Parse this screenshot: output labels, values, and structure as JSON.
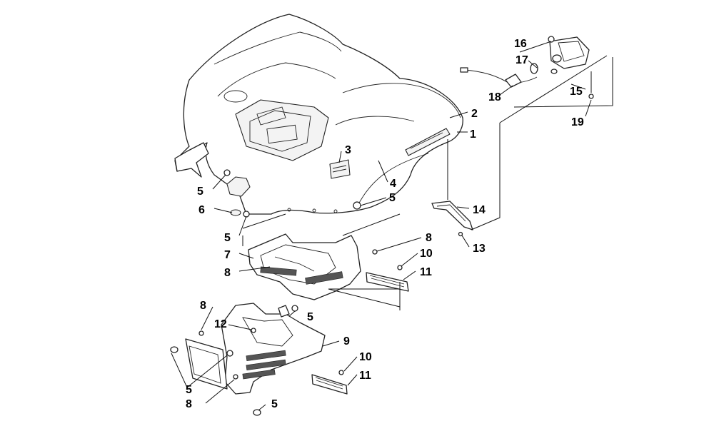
{
  "diagram": {
    "callouts": [
      {
        "id": "c1",
        "label": "1"
      },
      {
        "id": "c2",
        "label": "2"
      },
      {
        "id": "c3",
        "label": "3"
      },
      {
        "id": "c4",
        "label": "4"
      },
      {
        "id": "c5a",
        "label": "5"
      },
      {
        "id": "c5b",
        "label": "5"
      },
      {
        "id": "c5c",
        "label": "5"
      },
      {
        "id": "c5d",
        "label": "5"
      },
      {
        "id": "c5e",
        "label": "5"
      },
      {
        "id": "c5f",
        "label": "5"
      },
      {
        "id": "c6",
        "label": "6"
      },
      {
        "id": "c7",
        "label": "7"
      },
      {
        "id": "c8a",
        "label": "8"
      },
      {
        "id": "c8b",
        "label": "8"
      },
      {
        "id": "c8c",
        "label": "8"
      },
      {
        "id": "c8d",
        "label": "8"
      },
      {
        "id": "c9",
        "label": "9"
      },
      {
        "id": "c10a",
        "label": "10"
      },
      {
        "id": "c10b",
        "label": "10"
      },
      {
        "id": "c11a",
        "label": "11"
      },
      {
        "id": "c11b",
        "label": "11"
      },
      {
        "id": "c12",
        "label": "12"
      },
      {
        "id": "c13",
        "label": "13"
      },
      {
        "id": "c14",
        "label": "14"
      },
      {
        "id": "c15",
        "label": "15"
      },
      {
        "id": "c16",
        "label": "16"
      },
      {
        "id": "c17",
        "label": "17"
      },
      {
        "id": "c18",
        "label": "18"
      },
      {
        "id": "c19",
        "label": "19"
      }
    ]
  }
}
